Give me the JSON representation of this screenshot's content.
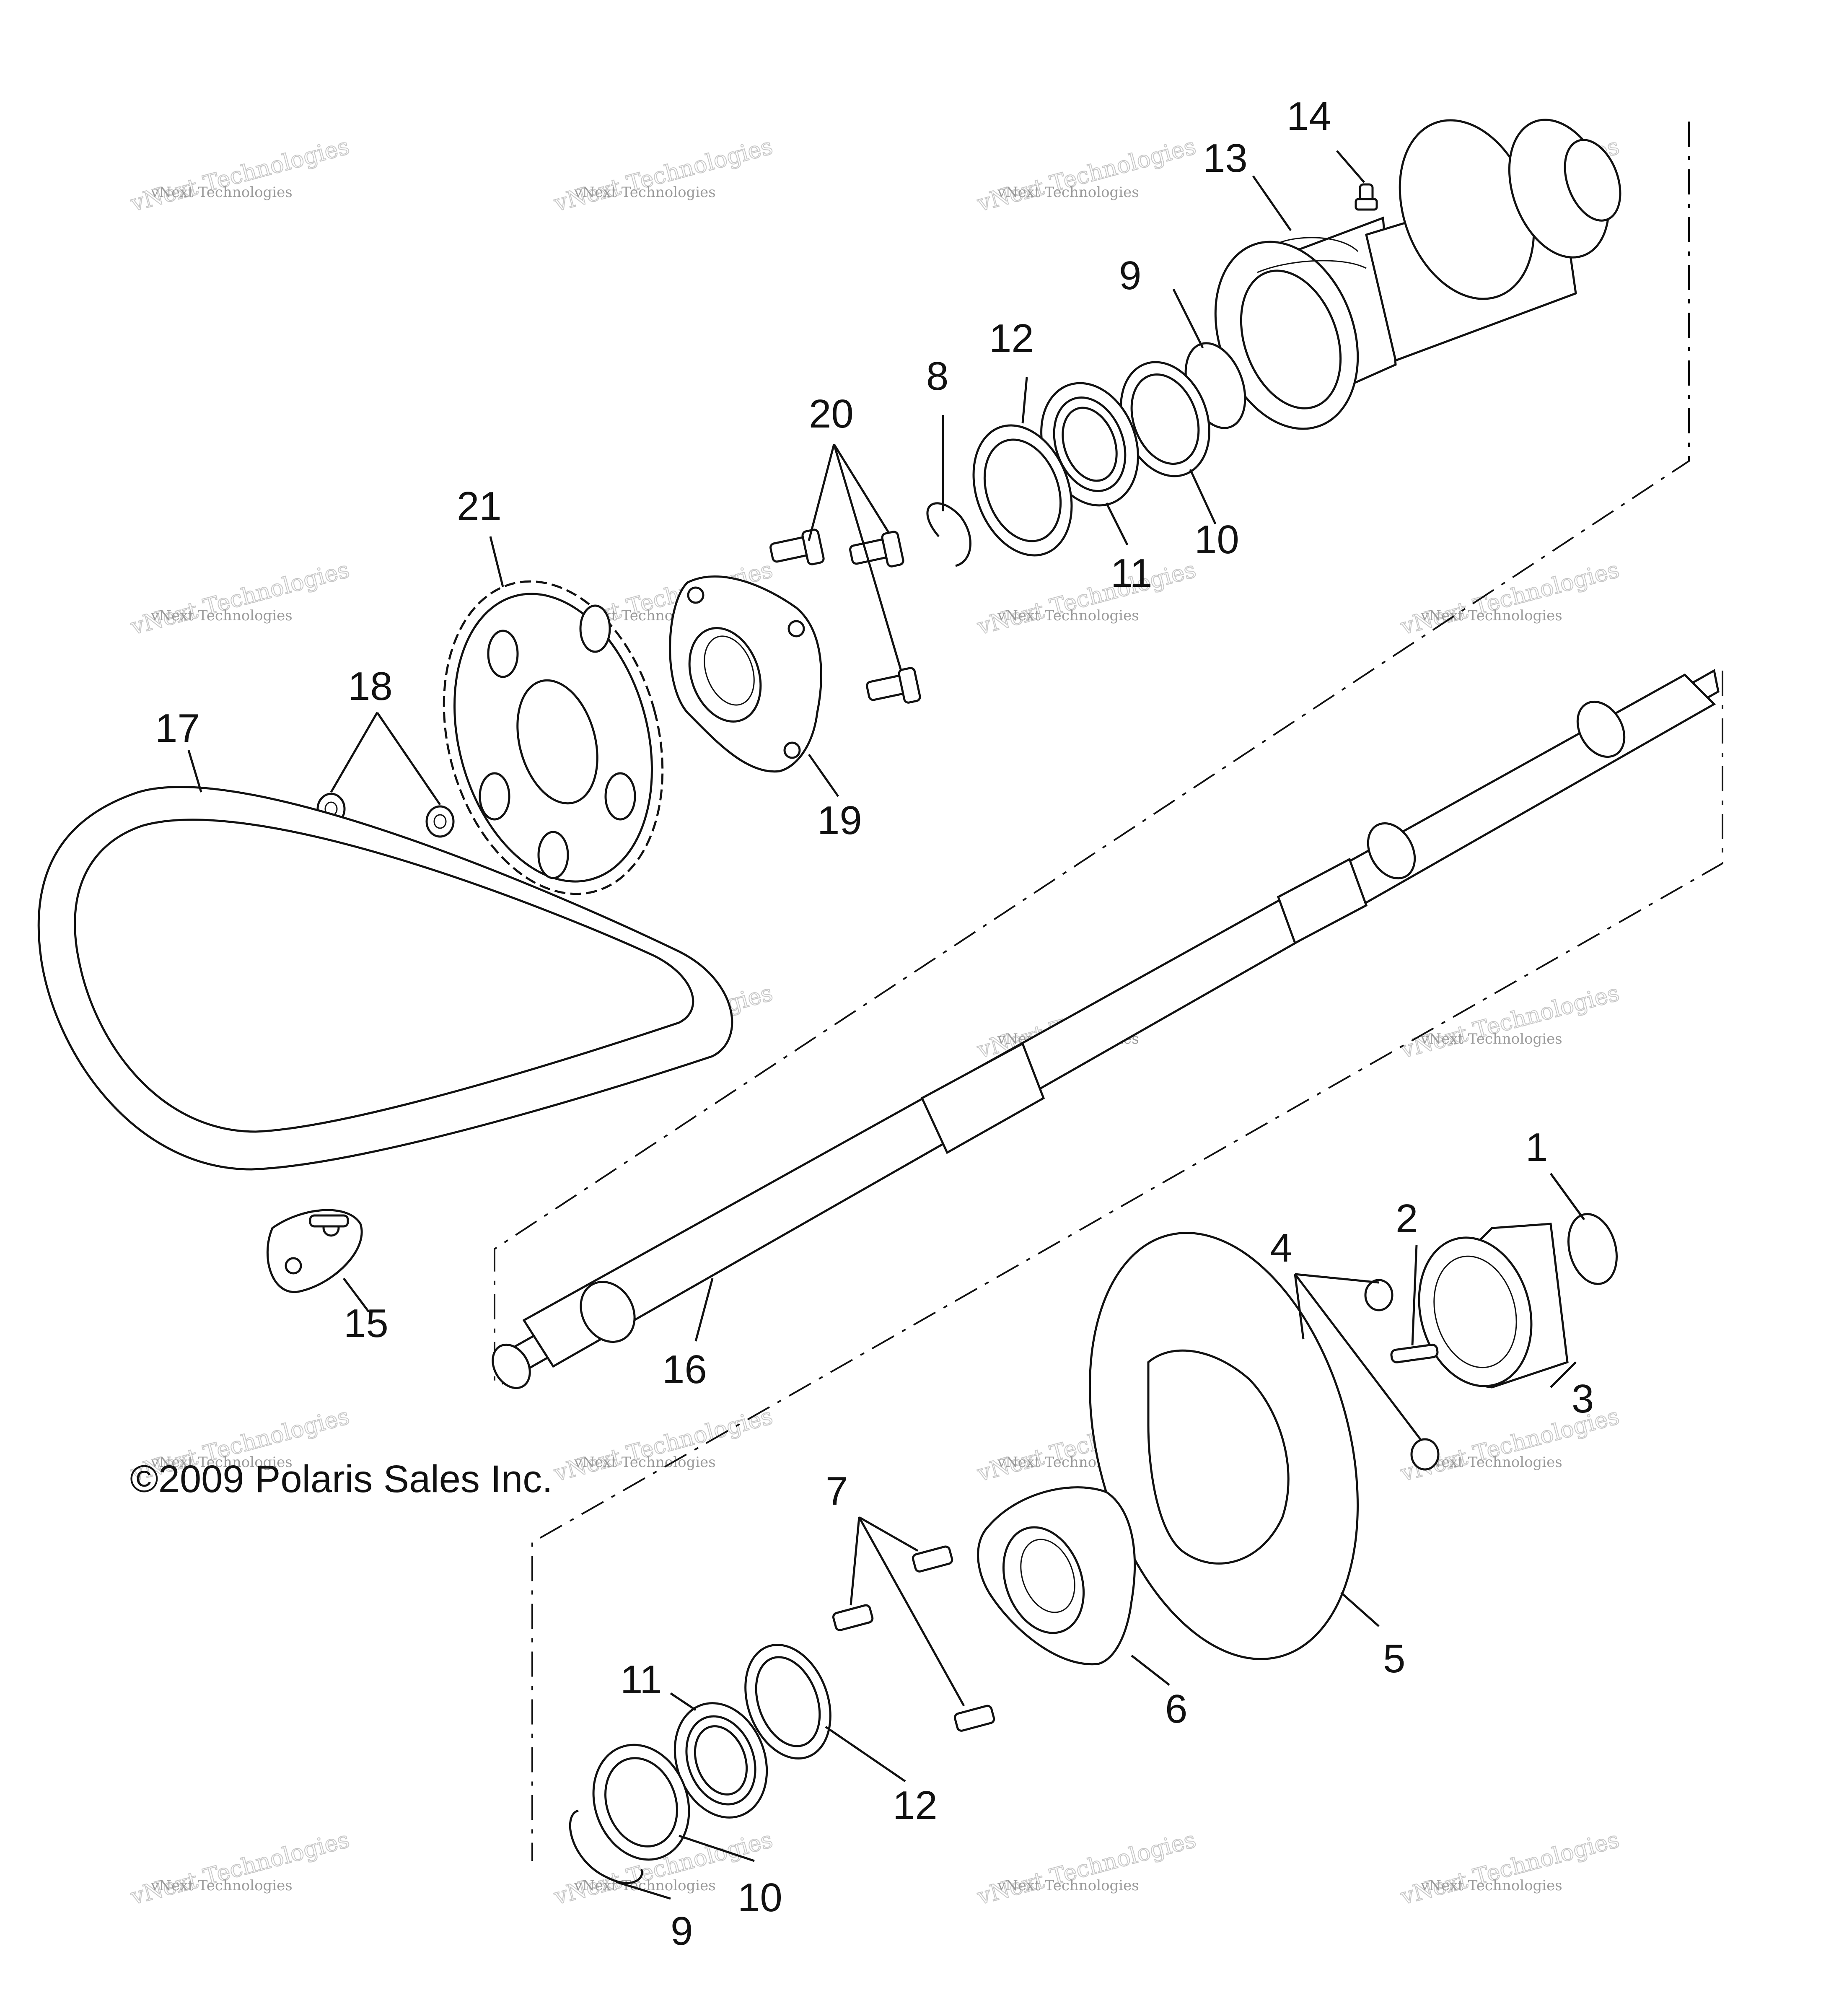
{
  "copyright": "©2009 Polaris Sales Inc.",
  "watermark": {
    "line1": "vNext Technologies",
    "line2": "vNext Technologies"
  },
  "callouts": [
    {
      "id": "1",
      "text": "1"
    },
    {
      "id": "2",
      "text": "2"
    },
    {
      "id": "3",
      "text": "3"
    },
    {
      "id": "4",
      "text": "4"
    },
    {
      "id": "5",
      "text": "5"
    },
    {
      "id": "6",
      "text": "6"
    },
    {
      "id": "7",
      "text": "7"
    },
    {
      "id": "8",
      "text": "8"
    },
    {
      "id": "9a",
      "text": "9"
    },
    {
      "id": "9b",
      "text": "9"
    },
    {
      "id": "10a",
      "text": "10"
    },
    {
      "id": "10b",
      "text": "10"
    },
    {
      "id": "11a",
      "text": "11"
    },
    {
      "id": "11b",
      "text": "11"
    },
    {
      "id": "12a",
      "text": "12"
    },
    {
      "id": "12b",
      "text": "12"
    },
    {
      "id": "13",
      "text": "13"
    },
    {
      "id": "14",
      "text": "14"
    },
    {
      "id": "15",
      "text": "15"
    },
    {
      "id": "16",
      "text": "16"
    },
    {
      "id": "17",
      "text": "17"
    },
    {
      "id": "18",
      "text": "18"
    },
    {
      "id": "19",
      "text": "19"
    },
    {
      "id": "20",
      "text": "20"
    },
    {
      "id": "21",
      "text": "21"
    }
  ]
}
